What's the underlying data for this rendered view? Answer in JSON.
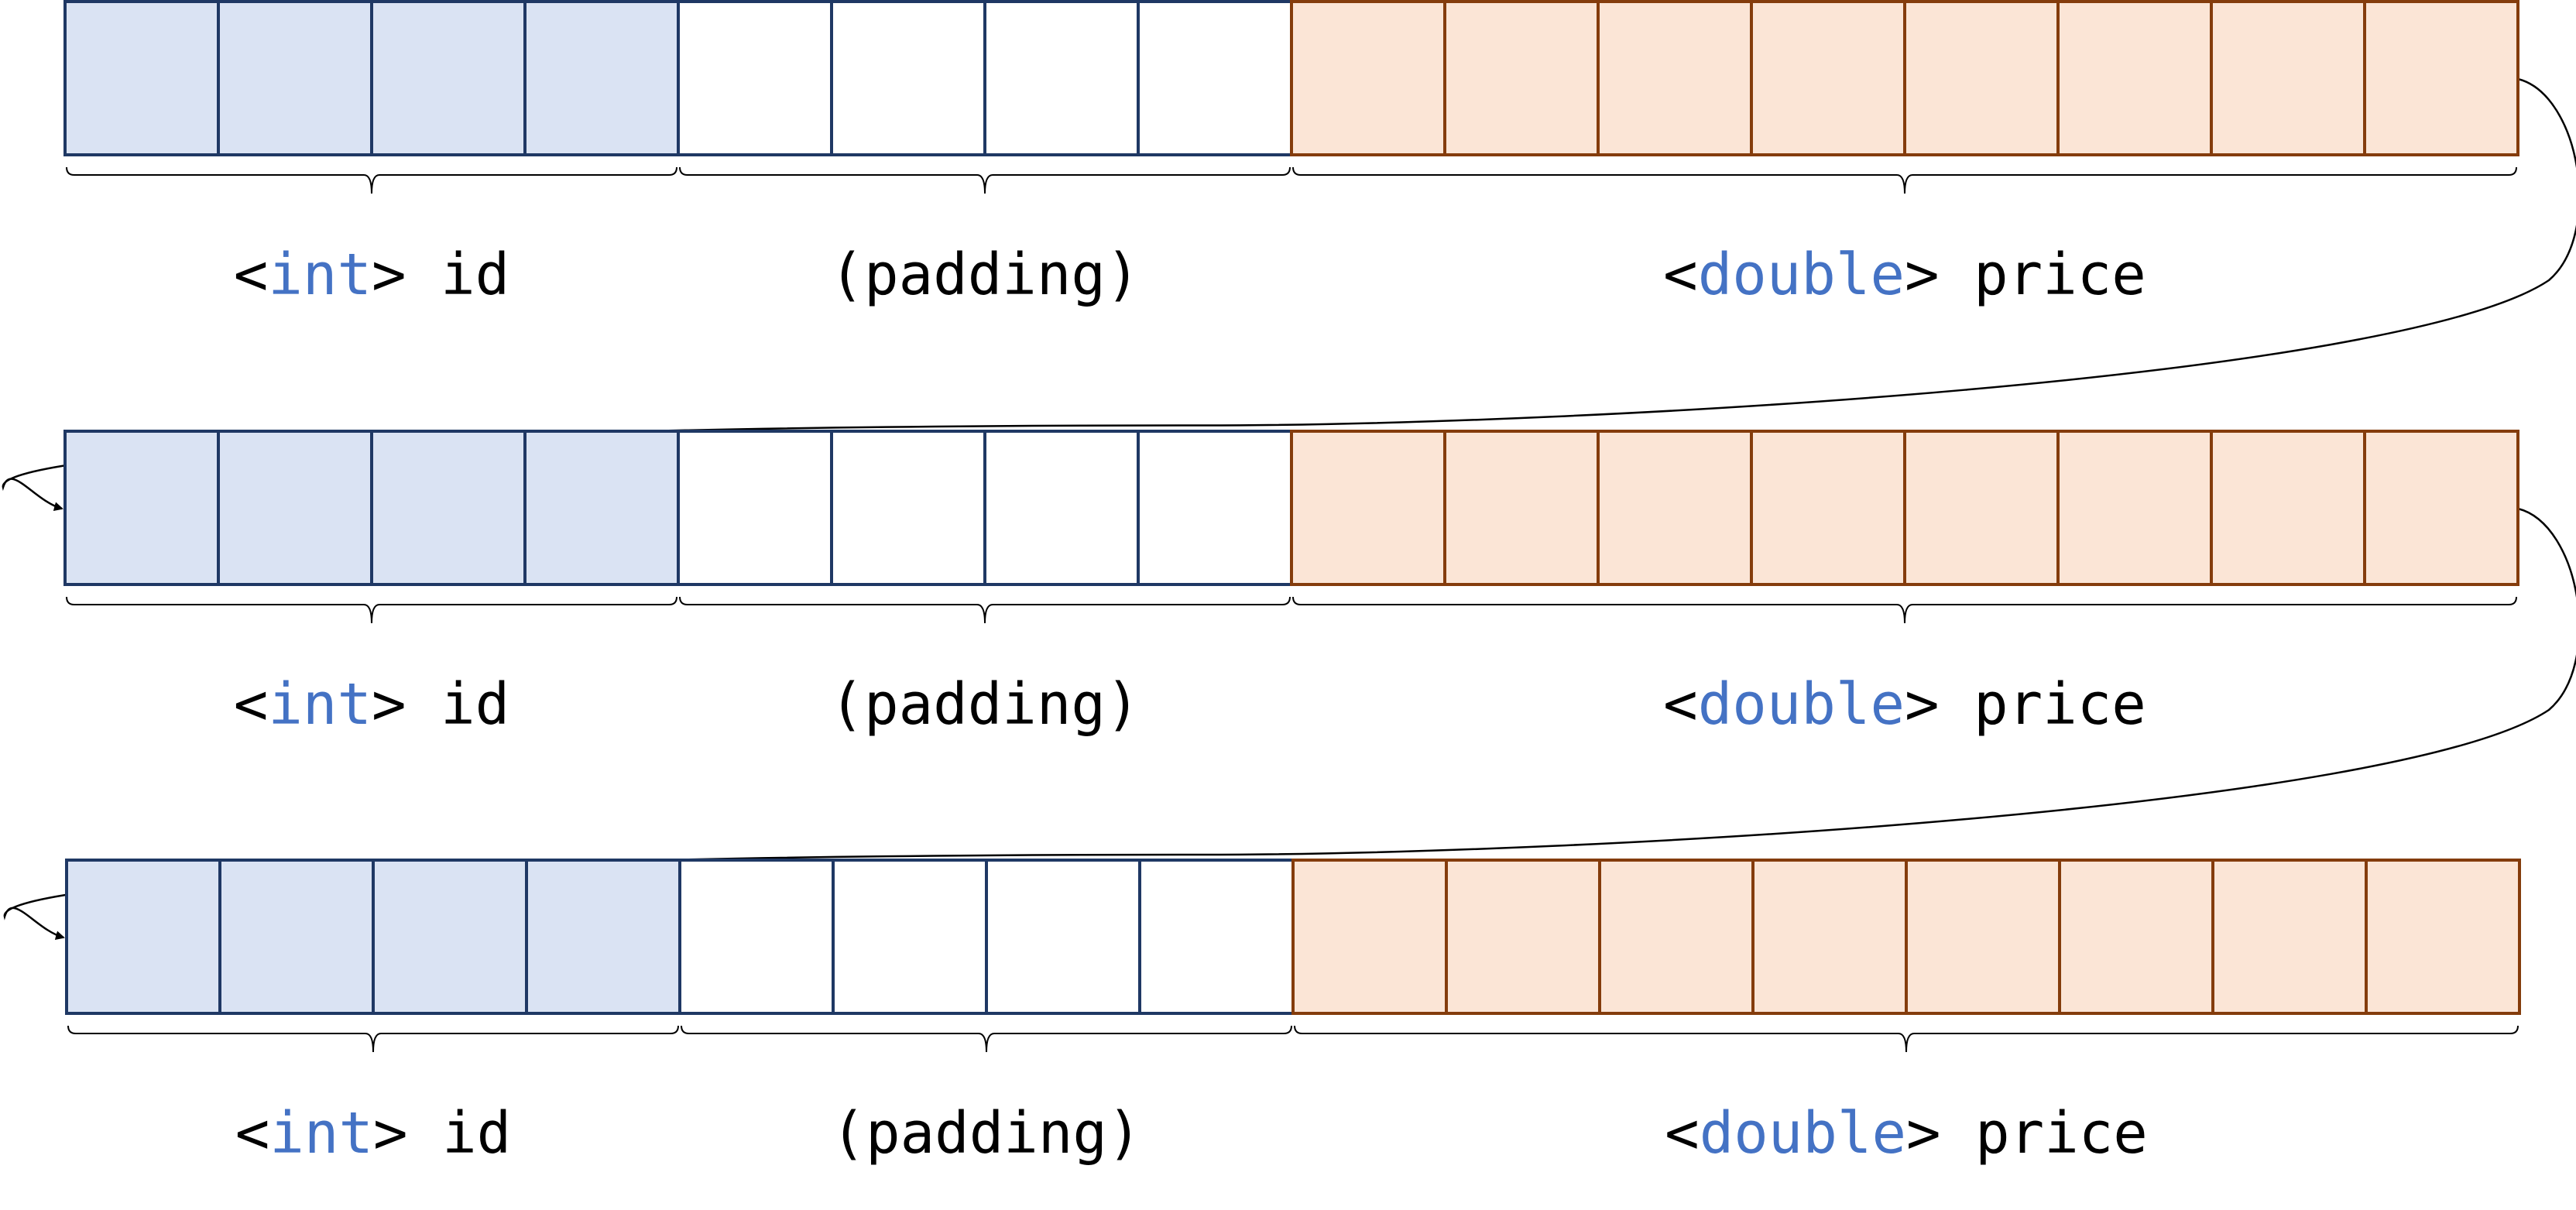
{
  "colors": {
    "int_fill": "#dae3f3",
    "int_stroke": "#1f3864",
    "padding_fill": "#ffffff",
    "padding_stroke": "#1f3864",
    "double_fill": "#fbe5d6",
    "double_stroke": "#843c0c",
    "keyword": "#4472c4",
    "text": "#000000",
    "line": "#000000"
  },
  "rows": [
    {
      "fields": [
        {
          "kind": "int",
          "bytes": 4,
          "label_open": "<",
          "label_type": "int",
          "label_close": "> id"
        },
        {
          "kind": "padding",
          "bytes": 4,
          "label_plain": "(padding)"
        },
        {
          "kind": "double",
          "bytes": 8,
          "label_open": "<",
          "label_type": "double",
          "label_close": "> price"
        }
      ]
    },
    {
      "fields": [
        {
          "kind": "int",
          "bytes": 4,
          "label_open": "<",
          "label_type": "int",
          "label_close": "> id"
        },
        {
          "kind": "padding",
          "bytes": 4,
          "label_plain": "(padding)"
        },
        {
          "kind": "double",
          "bytes": 8,
          "label_open": "<",
          "label_type": "double",
          "label_close": "> price"
        }
      ]
    },
    {
      "fields": [
        {
          "kind": "int",
          "bytes": 4,
          "label_open": "<",
          "label_type": "int",
          "label_close": "> id"
        },
        {
          "kind": "padding",
          "bytes": 4,
          "label_plain": "(padding)"
        },
        {
          "kind": "double",
          "bytes": 8,
          "label_open": "<",
          "label_type": "double",
          "label_close": "> price"
        }
      ]
    }
  ],
  "connectors": [
    {
      "from_row": 0,
      "to_row": 1
    },
    {
      "from_row": 1,
      "to_row": 2
    }
  ]
}
